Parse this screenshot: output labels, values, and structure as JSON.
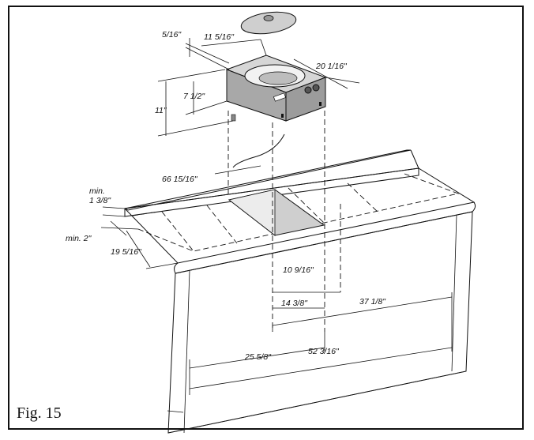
{
  "figure": {
    "label": "Fig. 15"
  },
  "dimensions": {
    "lid_gap": "5/16\"",
    "unit_width": "11 5/16\"",
    "unit_depth": "20 1/16\"",
    "well_depth": "7 1/2\"",
    "unit_height": "11\"",
    "cord_length": "66 15/16\"",
    "backsplash_min_label": "min.",
    "backsplash_min_value": "1 3/8\"",
    "front_min": "min. 2\"",
    "counter_depth": "19 5/16\"",
    "cutout_width": "10 9/16\"",
    "cutout_to_cabinet_1": "14 3/8\"",
    "cutout_to_cabinet_2": "37 1/8\"",
    "cutout_center": "25 5/8\"",
    "cabinet_width": "52 3/16\""
  },
  "colors": {
    "line": "#111111",
    "unit_body": "#a8a8a8",
    "unit_top": "#d6d6d6",
    "cutout": "#cfcfcf"
  }
}
